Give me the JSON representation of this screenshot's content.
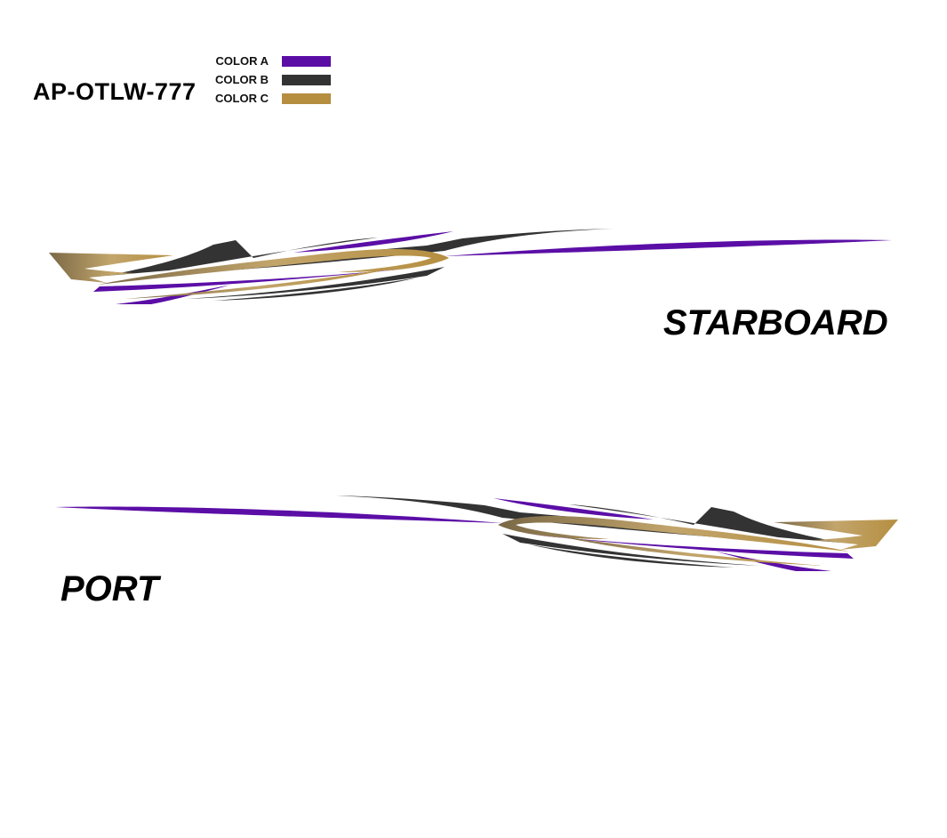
{
  "design": {
    "code": "AP-OTLW-777",
    "legend": [
      {
        "label": "COLOR A",
        "color": "#5b0ea6"
      },
      {
        "label": "COLOR B",
        "color": "#333333"
      },
      {
        "label": "COLOR C",
        "color": "#b58e40"
      }
    ],
    "starboard_label": "STARBOARD",
    "port_label": "PORT"
  }
}
